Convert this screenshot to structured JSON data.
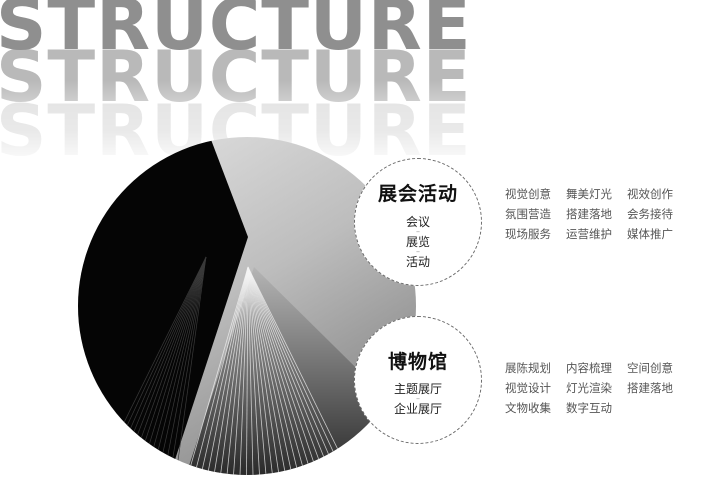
{
  "hero": {
    "word": "STRUCTURE"
  },
  "event_badge": {
    "title": "展会活动",
    "items": [
      "会议",
      "展览",
      "活动"
    ]
  },
  "museum_badge": {
    "title": "博物馆",
    "items": [
      "主题展厅",
      "企业展厅"
    ]
  },
  "event_services": [
    "视觉创意",
    "舞美灯光",
    "视效创作",
    "氛围营造",
    "搭建落地",
    "会务接待",
    "现场服务",
    "运营维护",
    "媒体推广"
  ],
  "museum_services": [
    "展陈规划",
    "内容梳理",
    "空间创意",
    "视觉设计",
    "灯光渲染",
    "搭建落地",
    "文物收集",
    "数字互动"
  ],
  "colors": {
    "hero_top": "#8f8f8f",
    "hero_middle": "#b9b9b9",
    "hero_bottom": "#e4e4e4",
    "badge_border": "#6c6c6c",
    "service_text": "#555555"
  },
  "icons": {
    "badge_divider": "dash"
  }
}
